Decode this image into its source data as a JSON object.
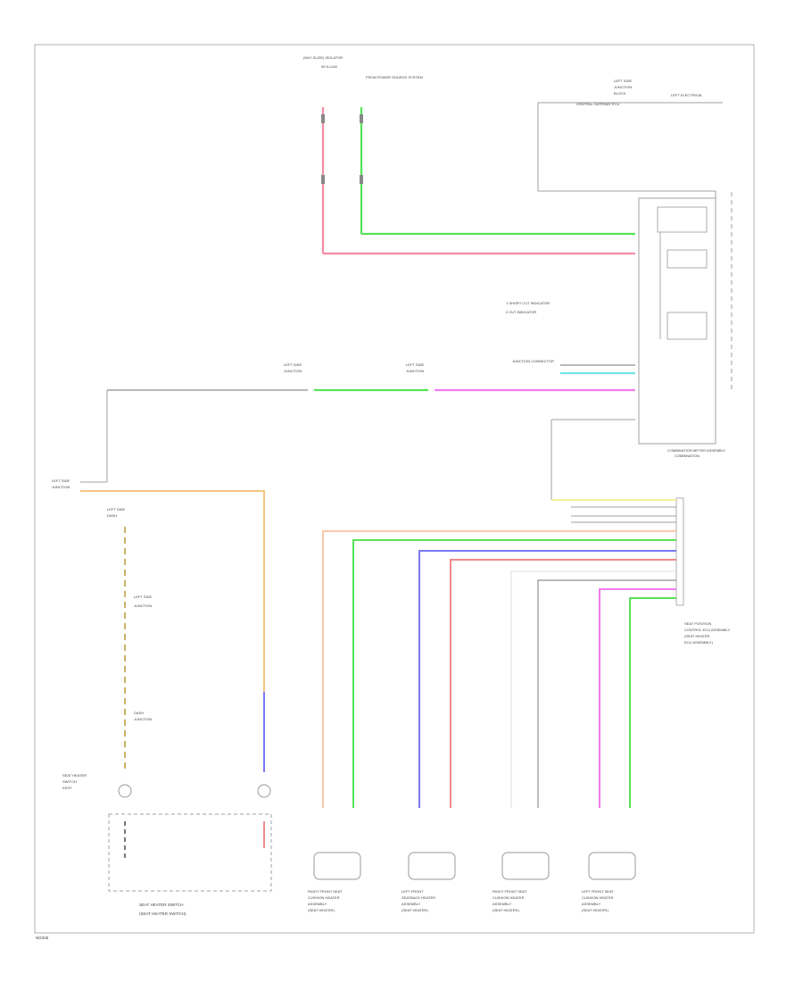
{
  "footer": {
    "code": "W2345"
  },
  "colors": {
    "gray": "#a0a0a0",
    "pink": "#f28ca3",
    "green": "#56e356",
    "magenta": "#f07cf0",
    "cyan": "#6fe6e6",
    "orange": "#f6c67e",
    "peach": "#f8c8a8",
    "blue": "#7a7af5",
    "red": "#ee8a8a",
    "yellow": "#f3f09a",
    "white": "#ffffff"
  },
  "labels": {
    "top_left_a": "(W/O SLIDE) ISOLATOR",
    "top_left_b": "W/ ILLUM",
    "top_mid": "FROM POWER SOURCE SYSTEM",
    "top_right_a": "LEFT SIDE",
    "top_right_b": "JUNCTION",
    "top_right_c": "BLOCK",
    "top_right_wire": "CENTRAL GATEWAY ECU",
    "top_right_conn": "LEFT ELECTRICAL",
    "cluster_label_1": "COMBINATION",
    "cluster_label_2": "METER",
    "ind_1": "1  SHORT CUT INDICATOR",
    "ind_2": "2  CUT INDICATOR",
    "mid_jb_1": "LEFT SIDE",
    "mid_jb_1b": "JUNCTION",
    "mid_jb_2": "LEFT SIDE",
    "mid_jb_2b": "JUNCTION",
    "mid_conn": "JUNCTION CONNECTOR",
    "cluster_bottom": "COMBINATION METER ASSEMBLY",
    "ecu_label_1": "SEAT POSITION",
    "ecu_label_2": "CONTROL ECU ASSEMBLY",
    "ecu_label_3": "(SEAT HEATER",
    "ecu_label_4": "ECU ASSEMBLY)",
    "left_conn_top": "LEFT SIDE",
    "left_conn_top2": "JUNCTION",
    "left_mid_1": "LEFT SIDE",
    "left_mid_2": "DASH",
    "left_mid_3": "JUNCTION",
    "left_low_1": "LEFT SIDE",
    "left_low_2": "DASH",
    "left_low_3": "JUNCTION",
    "left_bot_1": "SEAT HEATER",
    "left_bot_2": "SWITCH",
    "left_bot_3": "ASSY",
    "switch_label_1": "SEAT HEATER SWITCH",
    "switch_label_2": "(SEAT HEATER SWITCH)",
    "heater_1_a": "RIGHT FRONT SEAT",
    "heater_1_b": "CUSHION HEATER",
    "heater_1_c": "ASSEMBLY",
    "heater_1_d": "(SEAT HEATER)",
    "heater_2_a": "LEFT FRONT",
    "heater_2_b": "SEATBACK HEATER",
    "heater_2_c": "ASSEMBLY",
    "heater_2_d": "(SEAT HEATER)",
    "heater_3_a": "RIGHT FRONT SEAT",
    "heater_3_b": "CUSHION HEATER",
    "heater_3_c": "ASSEMBLY",
    "heater_3_d": "(SEAT HEATER)",
    "heater_4_a": "LEFT FRONT SEAT",
    "heater_4_b": "CUSHION HEATER",
    "heater_4_c": "ASSEMBLY",
    "heater_4_d": "(SEAT HEATER)"
  }
}
